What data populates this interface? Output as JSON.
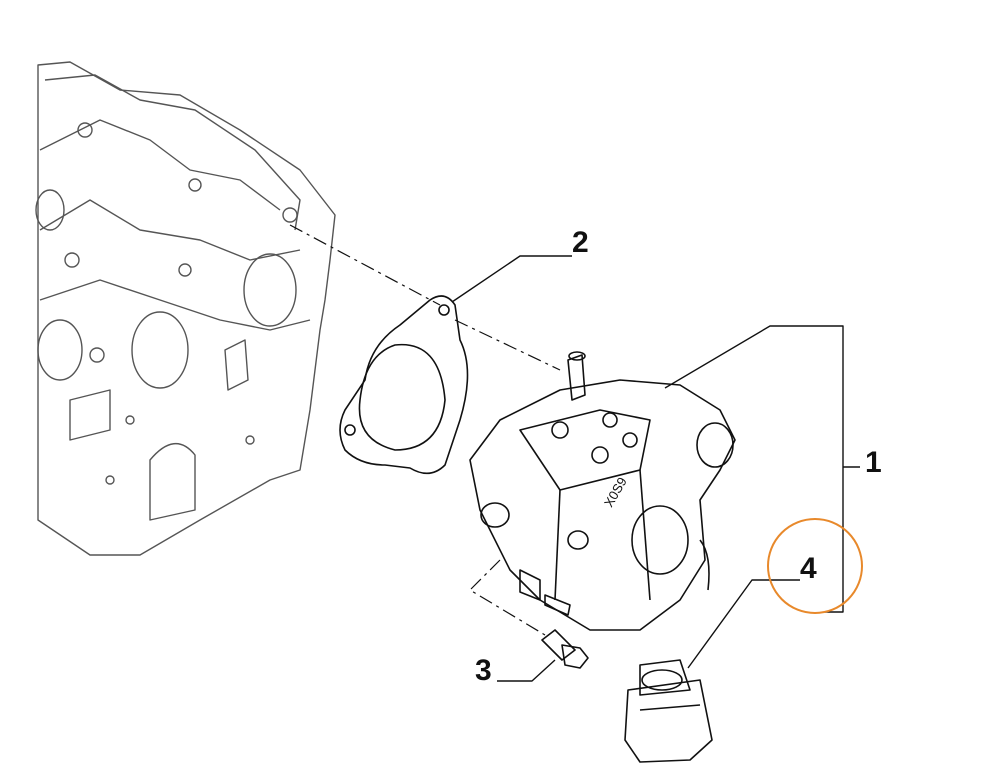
{
  "diagram": {
    "type": "exploded-parts-view",
    "callouts": [
      {
        "id": "1",
        "part": "high-pressure-pump-assembly"
      },
      {
        "id": "2",
        "part": "gasket"
      },
      {
        "id": "3",
        "part": "bolt"
      },
      {
        "id": "4",
        "part": "pressure-sensor"
      }
    ],
    "highlighted_callout": "4",
    "pump_marking": "X0S9",
    "colors": {
      "line": "#111111",
      "highlight": "#E8892B",
      "background": "#ffffff"
    }
  }
}
